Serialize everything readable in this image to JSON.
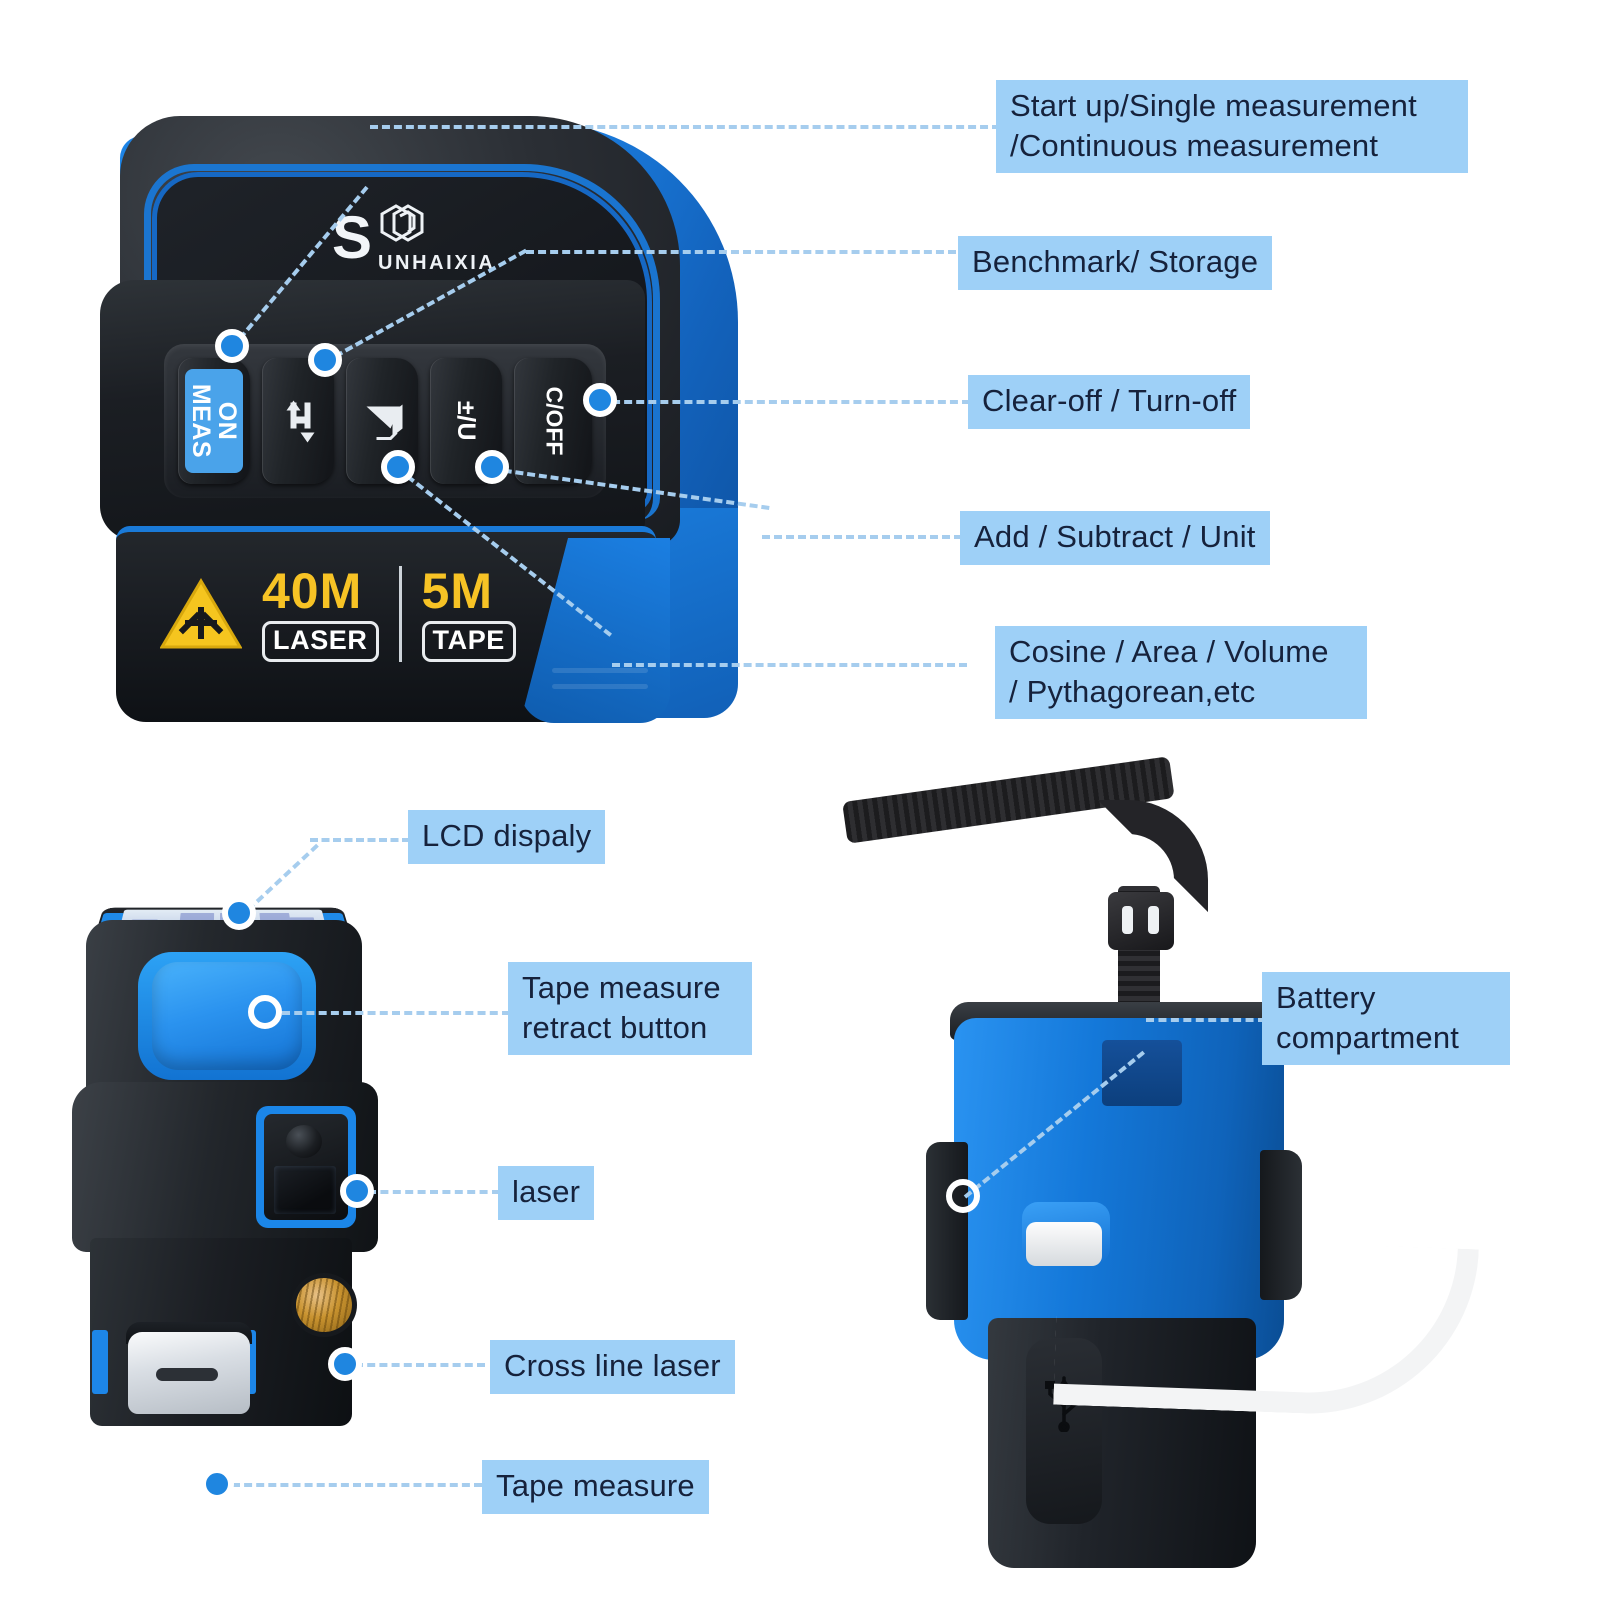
{
  "product": {
    "brand_initial": "S",
    "brand_name": "UNHAIXIA",
    "brand_logo_icon": "cube-logo-icon",
    "specs": [
      {
        "value": "40M",
        "unit_label": "LASER"
      },
      {
        "value": "5M",
        "unit_label": "TAPE"
      }
    ],
    "warning_icon": "laser-warning-icon",
    "keypad": [
      {
        "id": "on-meas",
        "label": "ON\nMEAS",
        "type": "text",
        "highlight": true
      },
      {
        "id": "benchmark",
        "label": "",
        "type": "icon",
        "icon": "reference-swap-icon",
        "highlight": false
      },
      {
        "id": "function",
        "label": "",
        "type": "icon",
        "icon": "area-volume-icon",
        "highlight": false
      },
      {
        "id": "add-subtract-unit",
        "label": "±/U",
        "type": "text",
        "highlight": false
      },
      {
        "id": "clear-off",
        "label": "C/OFF",
        "type": "text",
        "highlight": false
      }
    ],
    "usb_icon": "usb-icon",
    "lanyard_icon": "wrist-strap-icon"
  },
  "callouts": {
    "top_view": [
      {
        "id": "start-up",
        "text": "Start up/Single measurement\n/Continuous measurement"
      },
      {
        "id": "benchmark-storage",
        "text": "Benchmark/ Storage"
      },
      {
        "id": "clear-off",
        "text": "Clear-off / Turn-off"
      },
      {
        "id": "add-subtract-unit",
        "text": "Add / Subtract / Unit"
      },
      {
        "id": "cosine-area-volume",
        "text": "Cosine / Area / Volume\n/ Pythagorean,etc"
      }
    ],
    "front_view": [
      {
        "id": "lcd-display",
        "text": "LCD dispaly"
      },
      {
        "id": "tape-retract-button",
        "text": "Tape measure\nretract button"
      },
      {
        "id": "laser",
        "text": "laser"
      },
      {
        "id": "cross-line-laser",
        "text": "Cross line laser"
      },
      {
        "id": "tape-measure",
        "text": "Tape measure"
      }
    ],
    "side_view": [
      {
        "id": "battery-compartment",
        "text": "Battery\ncompartment"
      }
    ]
  },
  "colors": {
    "label_bg": "#9ed0f7",
    "label_text": "#16223c",
    "connector": "#a6cdee",
    "marker": "#1f86e0",
    "brand_blue": "#1478d9",
    "accent_yellow": "#f7c325",
    "body_black": "#1a1d22",
    "background": "#ffffff"
  }
}
